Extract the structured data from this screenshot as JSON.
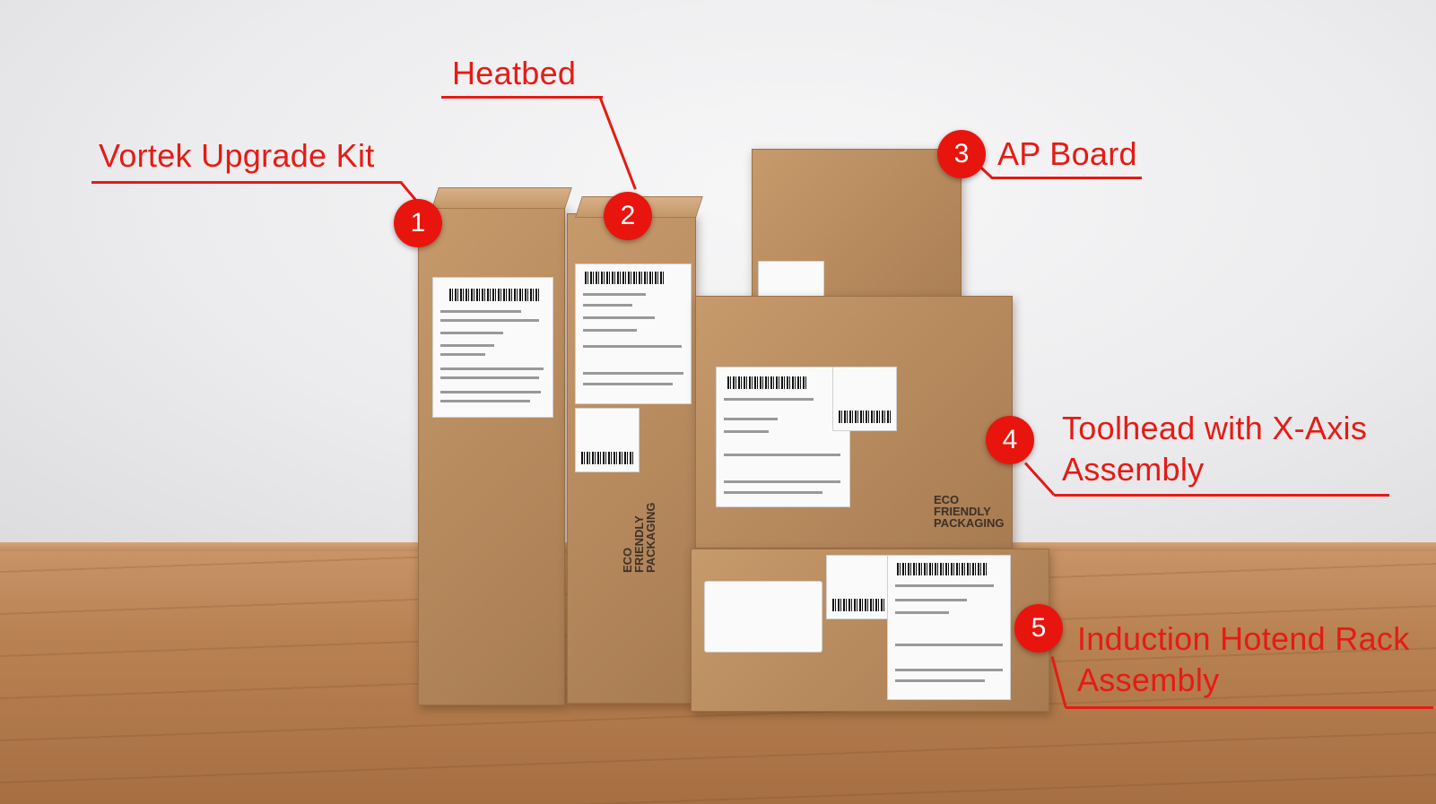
{
  "callouts": [
    {
      "number": "1",
      "label": "Vortek Upgrade Kit"
    },
    {
      "number": "2",
      "label": "Heatbed"
    },
    {
      "number": "3",
      "label": "AP Board"
    },
    {
      "number": "4",
      "label_line1": "Toolhead with X-Axis",
      "label_line2": "Assembly"
    },
    {
      "number": "5",
      "label_line1": "Induction Hotend Rack",
      "label_line2": "Assembly"
    }
  ],
  "colors": {
    "callout": "#e51b14",
    "badge": "#e8150e",
    "cardboard": "#b98c60",
    "wood": "#b98252"
  }
}
